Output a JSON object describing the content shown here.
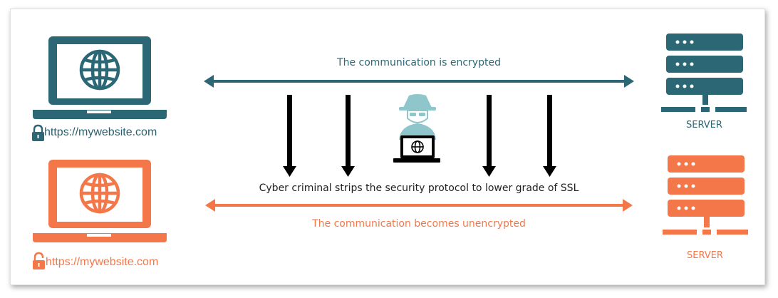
{
  "colors": {
    "secure": "#2b6775",
    "insecure": "#f4774a",
    "attacker": "#8fc6cc",
    "arrow": "#000000",
    "text_dark": "#222222"
  },
  "top_channel": {
    "label": "The communication is encrypted"
  },
  "bottom_channel": {
    "label": "The communication becomes unencrypted"
  },
  "attack_label": "Cyber criminal strips the security protocol to lower grade of SSL",
  "client_secure": {
    "url": "https://mywebsite.com",
    "lock_icon": "lock-closed-icon",
    "device_icon": "laptop-globe-icon"
  },
  "client_insecure": {
    "url": "https://mywebsite.com",
    "lock_icon": "lock-open-icon",
    "device_icon": "laptop-globe-icon"
  },
  "server_secure": {
    "label": "SERVER",
    "icon": "server-icon"
  },
  "server_insecure": {
    "label": "SERVER",
    "icon": "server-icon"
  },
  "attacker": {
    "icon": "hacker-icon"
  }
}
